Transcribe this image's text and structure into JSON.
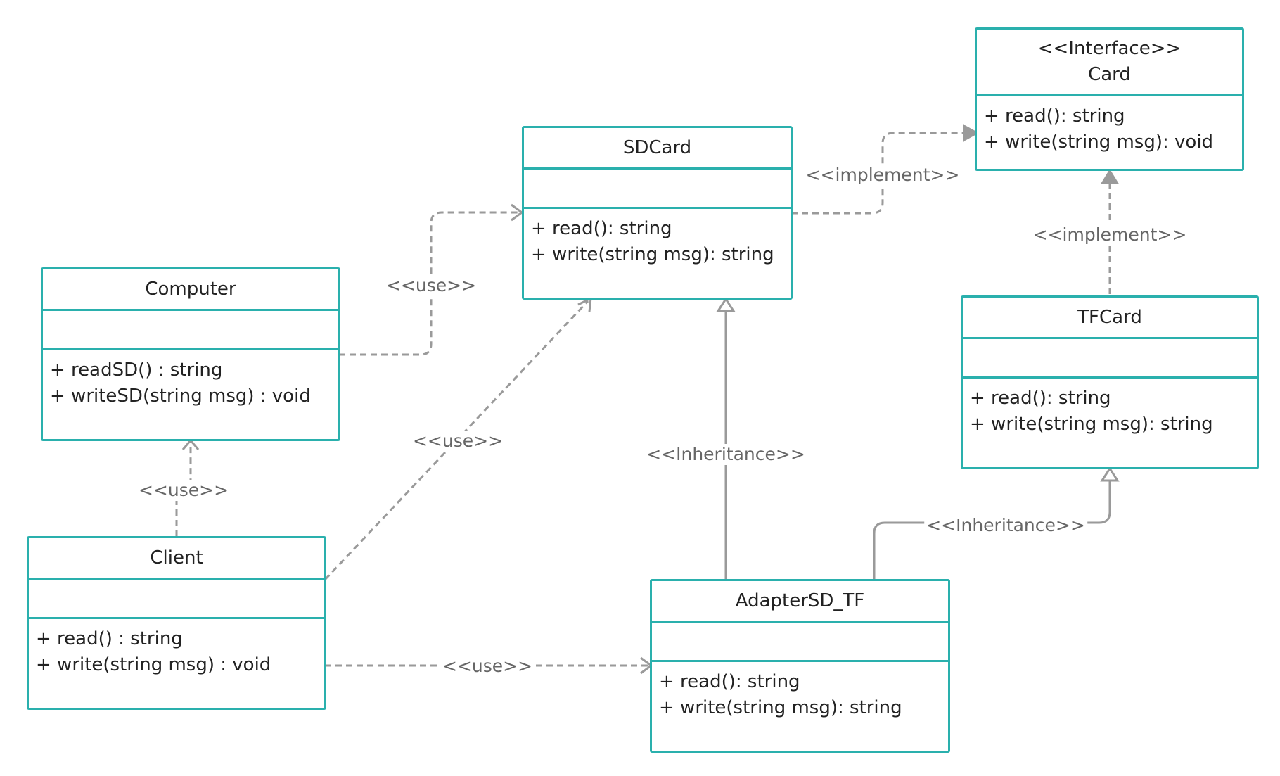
{
  "classes": {
    "card": {
      "stereotype": "<<Interface>>",
      "name": "Card",
      "ops": [
        "+ read(): string",
        "+ write(string msg): void"
      ]
    },
    "sdcard": {
      "name": "SDCard",
      "ops": [
        "+ read(): string",
        "+ write(string msg): string"
      ]
    },
    "computer": {
      "name": "Computer",
      "ops": [
        "+ readSD() : string",
        "+ writeSD(string msg) : void"
      ]
    },
    "tfcard": {
      "name": "TFCard",
      "ops": [
        "+ read(): string",
        "+ write(string msg): string"
      ]
    },
    "client": {
      "name": "Client",
      "ops": [
        "+ read() : string",
        "+ write(string msg) : void"
      ]
    },
    "adapter": {
      "name": "AdapterSD_TF",
      "ops": [
        "+ read(): string",
        "+ write(string msg): string"
      ]
    }
  },
  "relations": {
    "computer_sdcard": "<<use>>",
    "sdcard_card": "<<implement>>",
    "tfcard_card": "<<implement>>",
    "client_sdcard": "<<use>>",
    "client_computer": "<<use>>",
    "adapter_sdcard": "<<Inheritance>>",
    "adapter_tfcard": "<<Inheritance>>",
    "client_adapter": "<<use>>"
  },
  "colors": {
    "border": "#2ab0ad",
    "connector": "#9a9a9a",
    "text": "#222222",
    "label": "#666666"
  }
}
